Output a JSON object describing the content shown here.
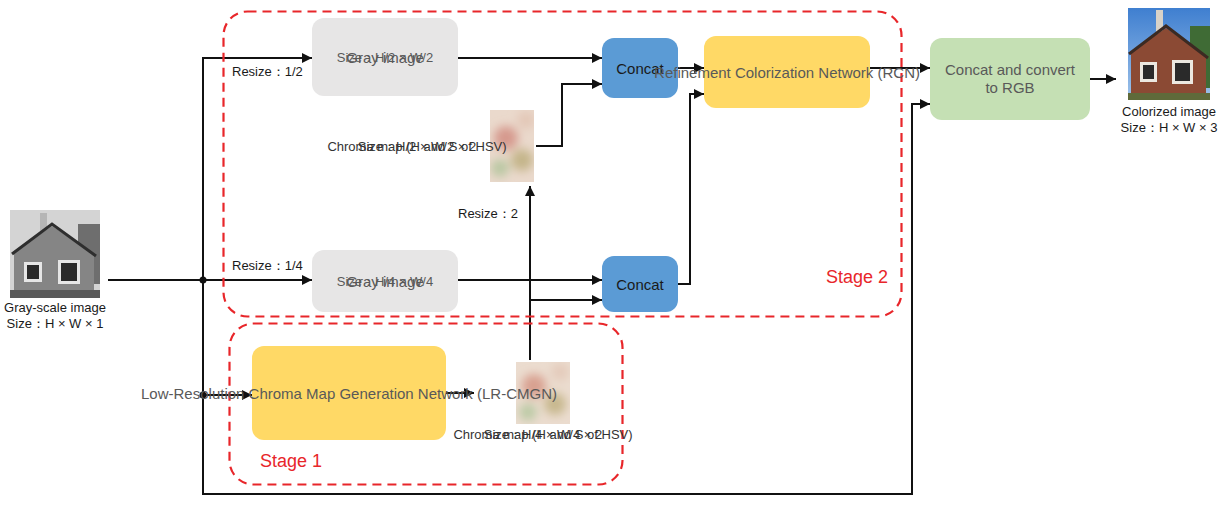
{
  "diagram": {
    "nodes": [
      {
        "text": [
          "Gray-scale image",
          "Size：H × W × 1"
        ]
      },
      {
        "text": [
          "Stage 2"
        ]
      },
      {
        "text": [
          "Gray image",
          "Size：H/2 × W/2"
        ],
        "in": 1
      },
      {
        "text": [
          "Chroma map (H and S of HSV)",
          "Size：H/2 × W/2 × 2"
        ],
        "in": 1
      },
      {
        "text": [
          "Concat"
        ],
        "in": 1
      },
      {
        "text": [
          "Refinement Colorization Network (RCN)"
        ],
        "in": 1
      },
      {
        "text": [
          "Gray image",
          "Size：H/4 × W/4"
        ],
        "in": 1
      },
      {
        "text": [
          "Concat"
        ],
        "in": 1
      },
      {
        "text": [
          "Stage 1"
        ]
      },
      {
        "text": [
          "Low-Resolution Chroma Map Generation Network (LR-CMGN)"
        ],
        "in": 8
      },
      {
        "text": [
          "Chroma map (H and S of HSV)",
          "Size：H/4 × W/4 × 2"
        ],
        "in": 8
      },
      {
        "text": [
          "Concat and convert to RGB"
        ]
      },
      {
        "text": [
          "Colorized image",
          "Size：H × W × 3"
        ]
      }
    ],
    "edges": [
      {
        "from": 0,
        "to": 2,
        "arrow": "to",
        "label": "Resize：1/2"
      },
      {
        "from": 0,
        "to": 6,
        "arrow": "to",
        "label": "Resize：1/4"
      },
      {
        "from": 0,
        "to": 9,
        "arrow": "to"
      },
      {
        "from": 0,
        "to": 11,
        "arrow": "to"
      },
      {
        "from": 2,
        "to": 4,
        "arrow": "to"
      },
      {
        "from": 3,
        "to": 4,
        "arrow": "to"
      },
      {
        "from": 4,
        "to": 5,
        "arrow": "to"
      },
      {
        "from": 6,
        "to": 7,
        "arrow": "to"
      },
      {
        "from": 10,
        "to": 7,
        "arrow": "to"
      },
      {
        "from": 10,
        "to": 3,
        "arrow": "to",
        "label": "Resize：2"
      },
      {
        "from": 7,
        "to": 5,
        "arrow": "to"
      },
      {
        "from": 9,
        "to": 10,
        "arrow": "to"
      },
      {
        "from": 5,
        "to": 11,
        "arrow": "to"
      },
      {
        "from": 11,
        "to": 12,
        "arrow": "to"
      }
    ]
  }
}
